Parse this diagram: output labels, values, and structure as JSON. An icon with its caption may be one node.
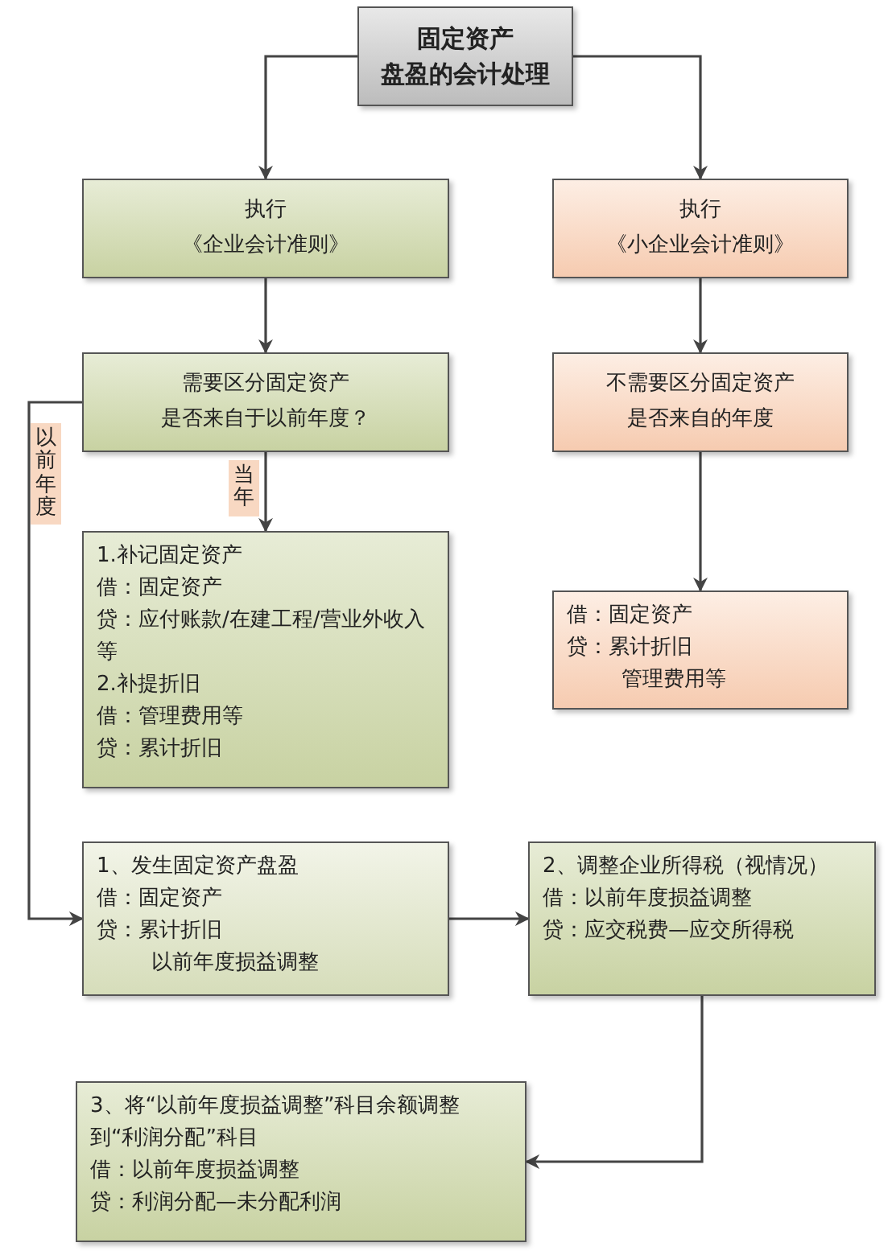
{
  "diagram": {
    "nodes": [
      {
        "text": [
          "固定资产",
          "盘盈的会计处理"
        ]
      },
      {
        "text": [
          "执行",
          "《企业会计准则》"
        ]
      },
      {
        "text": [
          "执行",
          "《小企业会计准则》"
        ]
      },
      {
        "text": [
          "需要区分固定资产",
          "是否来自于以前年度？"
        ]
      },
      {
        "text": [
          "不需要区分固定资产",
          "是否来自的年度"
        ]
      },
      {
        "text": [
          "1.补记固定资产",
          "借：固定资产",
          "贷：应付账款/在建工程/营业外收入等",
          "2.补提折旧",
          "借：管理费用等",
          "贷：累计折旧"
        ]
      },
      {
        "text": [
          "借：固定资产",
          "贷：累计折旧",
          "管理费用等"
        ]
      },
      {
        "text": [
          "1、发生固定资产盘盈",
          "借：固定资产",
          "贷：累计折旧",
          "以前年度损益调整"
        ]
      },
      {
        "text": [
          "2、调整企业所得税（视情况）",
          "借：以前年度损益调整",
          "贷：应交税费—应交所得税"
        ]
      },
      {
        "text": [
          "3、将“以前年度损益调整”科目余额调整到“利润分配”科目",
          "借：以前年度损益调整",
          "贷：利润分配—未分配利润"
        ]
      }
    ],
    "edges": [
      {
        "from": 0,
        "to": 1,
        "arrow": "to"
      },
      {
        "from": 0,
        "to": 2,
        "arrow": "to"
      },
      {
        "from": 1,
        "to": 3,
        "arrow": "to"
      },
      {
        "from": 2,
        "to": 4,
        "arrow": "to"
      },
      {
        "from": 3,
        "to": 5,
        "arrow": "to",
        "label": "当年"
      },
      {
        "from": 3,
        "to": 7,
        "arrow": "to",
        "label": "以前年度"
      },
      {
        "from": 4,
        "to": 6,
        "arrow": "to"
      },
      {
        "from": 7,
        "to": 8,
        "arrow": "to"
      },
      {
        "from": 8,
        "to": 9,
        "arrow": "to"
      }
    ]
  }
}
